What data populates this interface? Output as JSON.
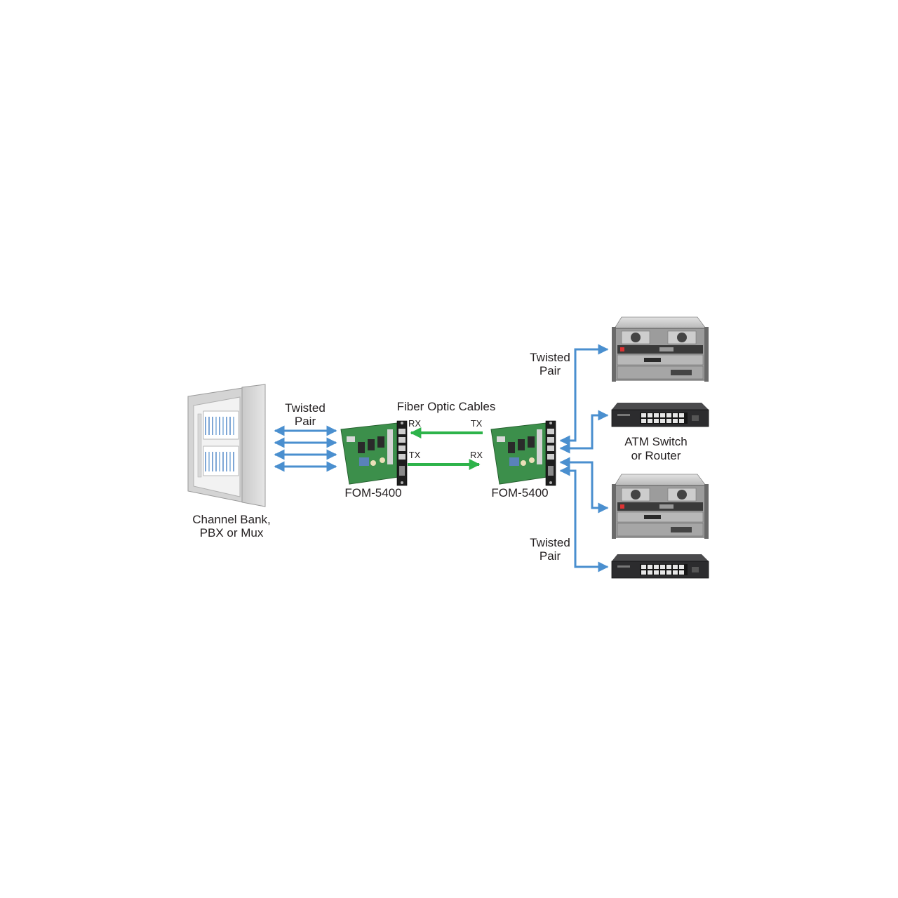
{
  "labels": {
    "left_twisted_pair": [
      "Twisted",
      "Pair"
    ],
    "fiber_optic_cables": "Fiber Optic Cables",
    "left_module": {
      "name": "FOM-5400",
      "rx": "RX",
      "tx": "TX"
    },
    "right_module": {
      "name": "FOM-5400",
      "rx": "RX",
      "tx": "TX"
    },
    "channel_bank": [
      "Channel Bank,",
      "PBX or Mux"
    ],
    "right_twisted_pair_top": [
      "Twisted",
      "Pair"
    ],
    "right_twisted_pair_bottom": [
      "Twisted",
      "Pair"
    ],
    "atm_switch": [
      "ATM Switch",
      "or Router"
    ]
  },
  "colors": {
    "twisted_pair_line": "#4a8fcf",
    "fiber_line": "#2db34a",
    "label_text": "#231f20",
    "cabinet_body": "#dcdcdc",
    "pcb": "#3c8f4b",
    "switch_body": "#2c2c2e"
  },
  "icons": {
    "cabinet": "channel-bank-cabinet-icon",
    "module": "fiber-optic-module-icon",
    "chassis": "router-chassis-icon",
    "switch": "network-switch-icon"
  }
}
